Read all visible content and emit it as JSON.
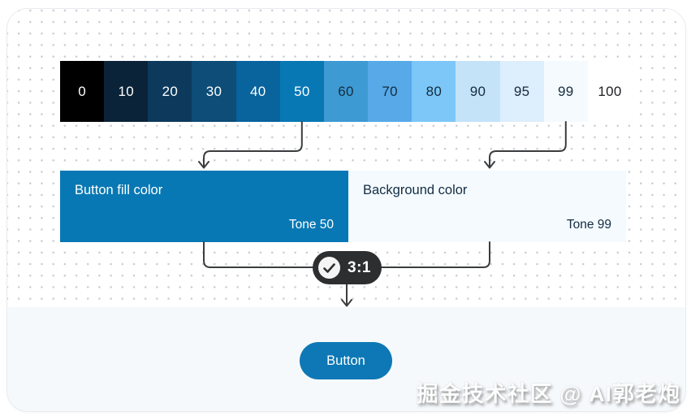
{
  "palette": {
    "tones": [
      {
        "label": "0",
        "color": "#000000",
        "label_color": "#ffffff"
      },
      {
        "label": "10",
        "color": "#0a2338",
        "label_color": "#ffffff"
      },
      {
        "label": "20",
        "color": "#0d3a5c",
        "label_color": "#ffffff"
      },
      {
        "label": "30",
        "color": "#0d4d77",
        "label_color": "#ffffff"
      },
      {
        "label": "40",
        "color": "#09639c",
        "label_color": "#ffffff"
      },
      {
        "label": "50",
        "color": "#0878b4",
        "label_color": "#ffffff"
      },
      {
        "label": "60",
        "color": "#3e9ad3",
        "label_color": "#142c3f"
      },
      {
        "label": "70",
        "color": "#57a9e8",
        "label_color": "#142c3f"
      },
      {
        "label": "80",
        "color": "#7cc7f8",
        "label_color": "#142c3f"
      },
      {
        "label": "90",
        "color": "#c4e3f9",
        "label_color": "#142c3f"
      },
      {
        "label": "95",
        "color": "#ddeefc",
        "label_color": "#142c3f"
      },
      {
        "label": "99",
        "color": "#f4fafe",
        "label_color": "#142c3f"
      },
      {
        "label": "100",
        "color": "#ffffff",
        "label_color": "#202124"
      }
    ]
  },
  "boxes": [
    {
      "title": "Button fill color",
      "tone": "Tone 50",
      "color": "#0878b4",
      "text_color": "#ffffff"
    },
    {
      "title": "Background color",
      "tone": "Tone 99",
      "color": "#f4fafe",
      "text_color": "#132c43"
    }
  ],
  "contrast": {
    "ratio": "3:1",
    "badge_bg": "#2d2e30",
    "check_icon": "check-icon"
  },
  "demo": {
    "button_label": "Button",
    "button_bg": "#0d78b5",
    "button_text": "#ffffff"
  },
  "watermark": {
    "text": "掘金技术社区 @ AI郭老炮"
  }
}
